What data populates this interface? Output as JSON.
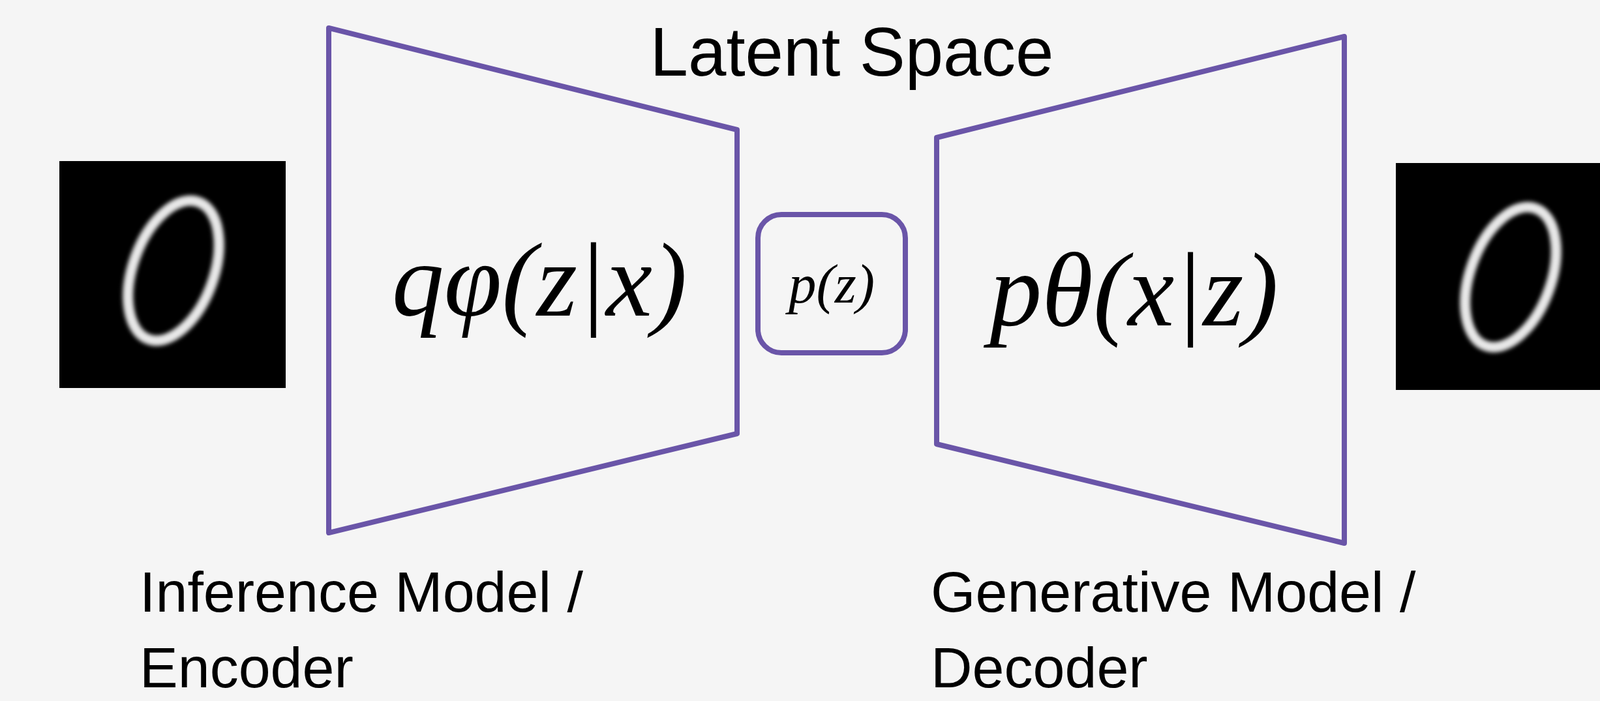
{
  "diagram": {
    "title": "Latent Space",
    "nodes": [
      {
        "text": [
          "qφ(z|x)"
        ]
      },
      {
        "text": [
          "p(z)"
        ]
      },
      {
        "text": [
          "pθ(x|z)"
        ]
      }
    ],
    "labels": [
      "Inference Model / Encoder",
      "Generative Model / Decoder"
    ]
  }
}
